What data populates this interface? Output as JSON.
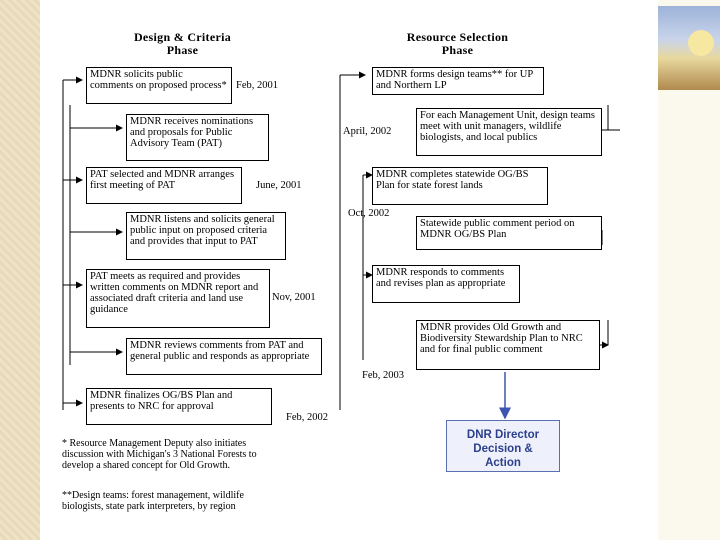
{
  "phases": {
    "left": "Design & Criteria\nPhase",
    "right": "Resource Selection\nPhase"
  },
  "left_boxes": [
    "MDNR solicits public comments on proposed process*",
    "MDNR receives nominations and proposals for Public Advisory Team (PAT)",
    "PAT selected and MDNR arranges first meeting of PAT",
    "MDNR listens and solicits general public input on proposed criteria and provides that input to PAT",
    "PAT meets as required and provides written comments on MDNR report and associated draft criteria and land use guidance",
    "MDNR reviews comments from PAT and general public and responds as appropriate",
    "MDNR finalizes OG/BS Plan and presents to NRC for approval"
  ],
  "right_boxes": [
    "MDNR forms design teams** for UP and Northern LP",
    "For each Management Unit, design teams meet with unit managers, wildlife biologists, and local publics",
    "MDNR completes statewide OG/BS Plan for state forest lands",
    "Statewide public comment period on MDNR OG/BS Plan",
    "MDNR responds to comments and revises plan as appropriate",
    "MDNR provides Old Growth and Biodiversity Stewardship Plan to NRC and for final public comment"
  ],
  "dates": {
    "feb2001": "Feb, 2001",
    "apr2002": "April, 2002",
    "jun2001": "June, 2001",
    "oct2002": "Oct, 2002",
    "nov2001": "Nov, 2001",
    "feb2003": "Feb, 2003",
    "feb2002": "Feb, 2002"
  },
  "dnr_box": "DNR Director\nDecision &\nAction",
  "notes": {
    "note1": "* Resource Management Deputy also initiates discussion with Michigan's 3 National Forests to develop a shared concept for Old Growth.",
    "note2": "**Design teams: forest management, wildlife biologists, state park interpreters, by region"
  },
  "colors": {
    "dnr_border": "#5b6fb0",
    "dnr_text": "#2c3f8c",
    "arrow_blue": "#3b55b0"
  }
}
